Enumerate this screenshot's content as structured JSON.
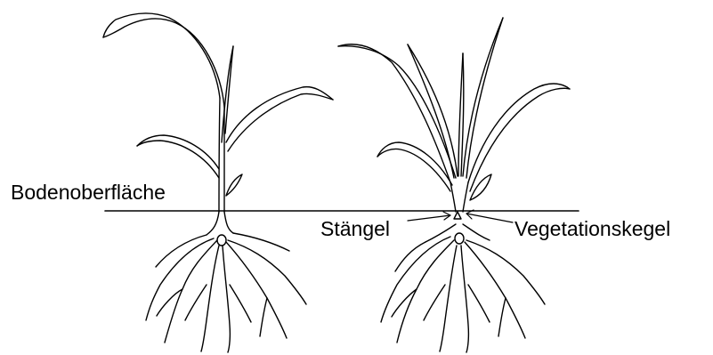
{
  "labels": {
    "soil_surface": "Bodenoberfläche",
    "stem": "Stängel",
    "growing_point": "Vegetationskegel"
  },
  "colors": {
    "ink": "#000000",
    "background": "#ffffff"
  }
}
